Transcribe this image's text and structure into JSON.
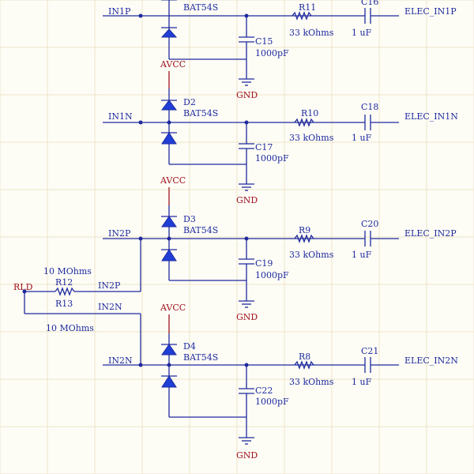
{
  "colors": {
    "wire": "#1f2a9e",
    "power_label": "#a0111b",
    "background": "#fdfdf6",
    "diode_fill": "#1f3fd6"
  },
  "channels": [
    {
      "input_net": "IN1P",
      "avcc_label": "",
      "diode_ref": "",
      "diode_part": "BAT54S",
      "resistor_ref": "R11",
      "resistor_value": "33 kOhms",
      "cap_in_ref": "C16",
      "cap_in_value": "1 uF",
      "cap_gnd_ref": "C15",
      "cap_gnd_value": "1000pF",
      "gnd_label": "GND",
      "output_net": "ELEC_IN1P"
    },
    {
      "input_net": "IN1N",
      "avcc_label": "AVCC",
      "diode_ref": "D2",
      "diode_part": "BAT54S",
      "resistor_ref": "R10",
      "resistor_value": "33 kOhms",
      "cap_in_ref": "C18",
      "cap_in_value": "1 uF",
      "cap_gnd_ref": "C17",
      "cap_gnd_value": "1000pF",
      "gnd_label": "GND",
      "output_net": "ELEC_IN1N"
    },
    {
      "input_net": "IN2P",
      "avcc_label": "AVCC",
      "diode_ref": "D3",
      "diode_part": "BAT54S",
      "resistor_ref": "R9",
      "resistor_value": "33 kOhms",
      "cap_in_ref": "C20",
      "cap_in_value": "1 uF",
      "cap_gnd_ref": "C19",
      "cap_gnd_value": "1000pF",
      "gnd_label": "GND",
      "output_net": "ELEC_IN2P"
    },
    {
      "input_net": "IN2N",
      "avcc_label": "AVCC",
      "diode_ref": "D4",
      "diode_part": "BAT54S",
      "resistor_ref": "R8",
      "resistor_value": "33 kOhms",
      "cap_in_ref": "C21",
      "cap_in_value": "1 uF",
      "cap_gnd_ref": "C22",
      "cap_gnd_value": "1000pF",
      "gnd_label": "GND",
      "output_net": "ELEC_IN2N"
    }
  ],
  "bias": {
    "rld_label": "RLD",
    "r12_ref": "R12",
    "r12_value": "10 MOhms",
    "r12_net": "IN2P",
    "r13_ref": "R13",
    "r13_value": "10 MOhms",
    "r13_net": "IN2N"
  }
}
